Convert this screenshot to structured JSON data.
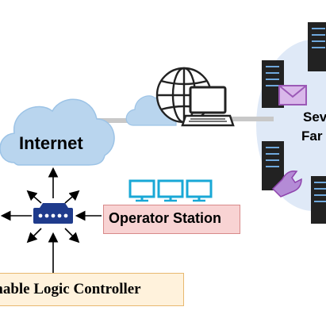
{
  "nodes": {
    "internet": "Internet",
    "operator_station": "Operator Station",
    "plc": "Programmable Logic Controller",
    "plc_visible": "mable Logic Controller",
    "server_farm_line1": "Sev",
    "server_farm_line2": "Far"
  },
  "colors": {
    "cloud": "#b9d5ee",
    "cloud_stroke": "#9cc3e6",
    "link_line": "#c8c8c8",
    "server_farm_bg": "#dfe9f7",
    "operator_box": "#f8d3d3",
    "plc_box": "#fff2dc",
    "monitor": "#19a8d6",
    "switch": "#1f3b8c",
    "envelope": "#9b59b6"
  },
  "icons": [
    "cloud-icon",
    "globe-icon",
    "laptop-icon",
    "monitor-icon",
    "network-switch-icon",
    "server-rack-icon",
    "envelope-icon",
    "arrow-icon"
  ]
}
